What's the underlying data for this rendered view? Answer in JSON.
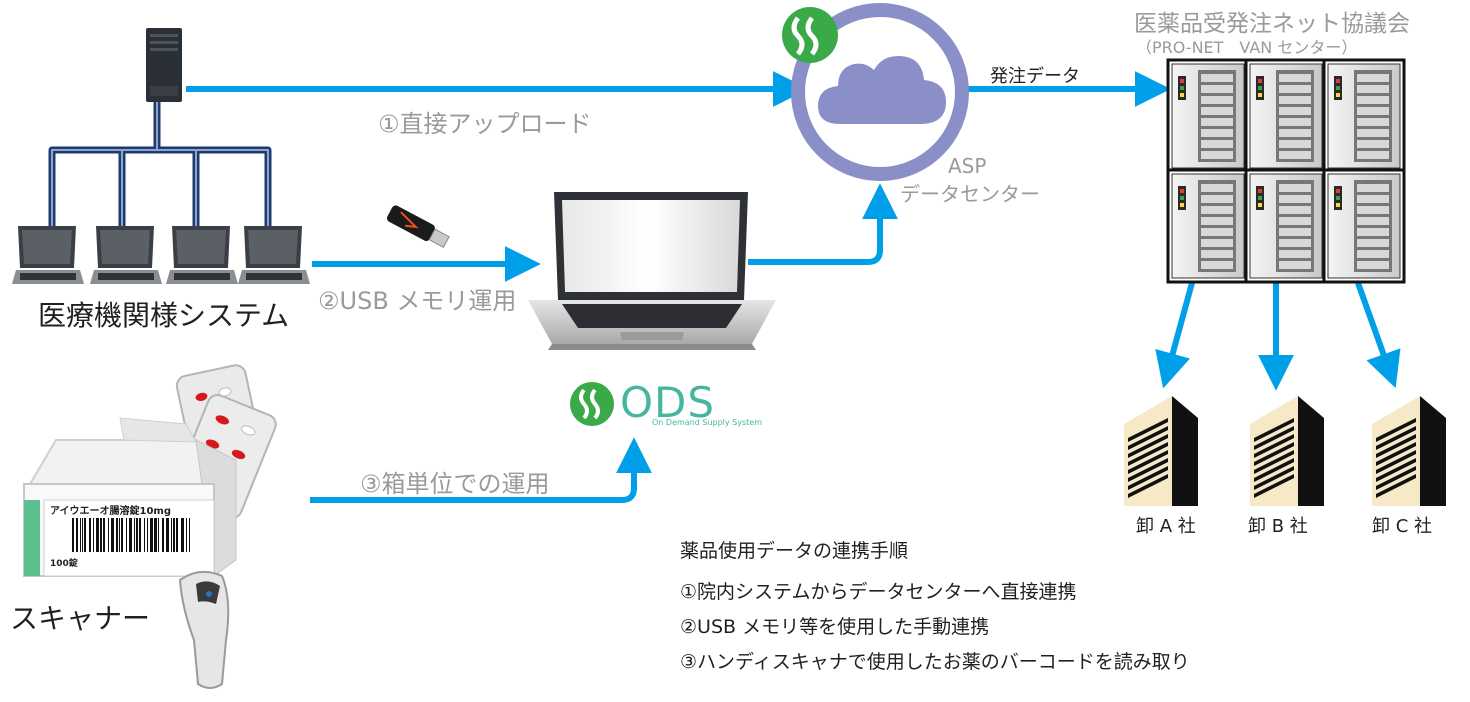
{
  "labels": {
    "direct_upload": "①直接アップロード",
    "usb_operation": "②USB メモリ運用",
    "box_operation": "③箱単位での運用",
    "order_data": "発注データ",
    "asp": "ASP",
    "data_center": "データセンター",
    "medical_system": "医療機関様システム",
    "scanner": "スキャナー",
    "vendor_title": "医薬品受発注ネット協議会",
    "vendor_sub": "（PRO-NET　VAN センター）",
    "ods_text": "ODS",
    "ods_tagline": "On Demand Supply System",
    "wholesale_a": "卸 A 社",
    "wholesale_b": "卸 B 社",
    "wholesale_c": "卸 C 社"
  },
  "product": {
    "name": "アイウエーオ腸溶錠10mg",
    "count": "100錠"
  },
  "steps": {
    "title": "薬品使用データの連携手順",
    "items": [
      "①院内システムからデータセンターへ直接連携",
      "②USB メモリ等を使用した手動連携",
      "③ハンディスキャナで使用したお薬のバーコードを読み取り"
    ]
  },
  "colors": {
    "arrow": "#00a0e9",
    "network": "#1f3a6e",
    "cloud_ring": "#8a8fc8",
    "logo_green": "#3aaa48",
    "ods_teal": "#47b5a0"
  },
  "icons": [
    "server-tower-icon",
    "laptop-icon",
    "usb-stick-icon",
    "cloud-icon",
    "server-rack-icon",
    "building-icon",
    "medicine-box-icon",
    "barcode-scanner-icon",
    "ods-logo-icon"
  ]
}
